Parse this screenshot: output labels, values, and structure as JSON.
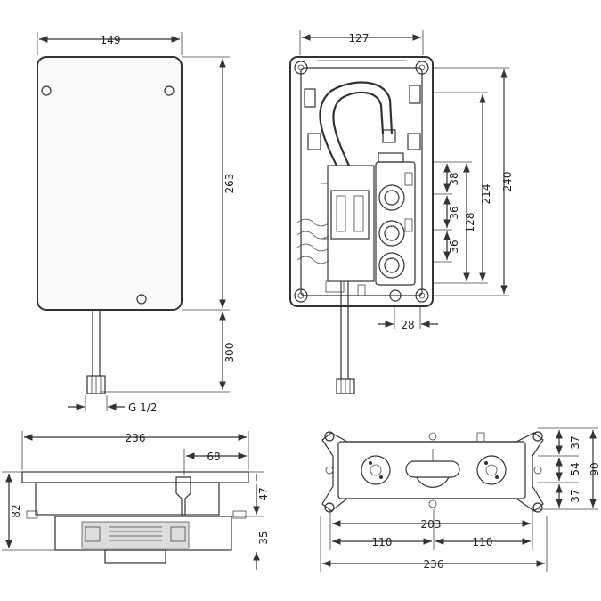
{
  "front_view": {
    "width": "149",
    "height": "263",
    "hose_length": "300",
    "connection": "G 1/2"
  },
  "side_view": {
    "width": "127",
    "d214": "214",
    "d240": "240",
    "d128": "128",
    "d38": "38",
    "d36a": "36",
    "d36b": "36",
    "d28": "28"
  },
  "top_view": {
    "width": "236",
    "d68": "68",
    "d82": "82",
    "d47": "47",
    "d35": "35"
  },
  "rear_view": {
    "d203": "203",
    "d110a": "110",
    "d110b": "110",
    "d236": "236",
    "d37a": "37",
    "d54": "54",
    "d37b": "37",
    "d90": "90"
  }
}
